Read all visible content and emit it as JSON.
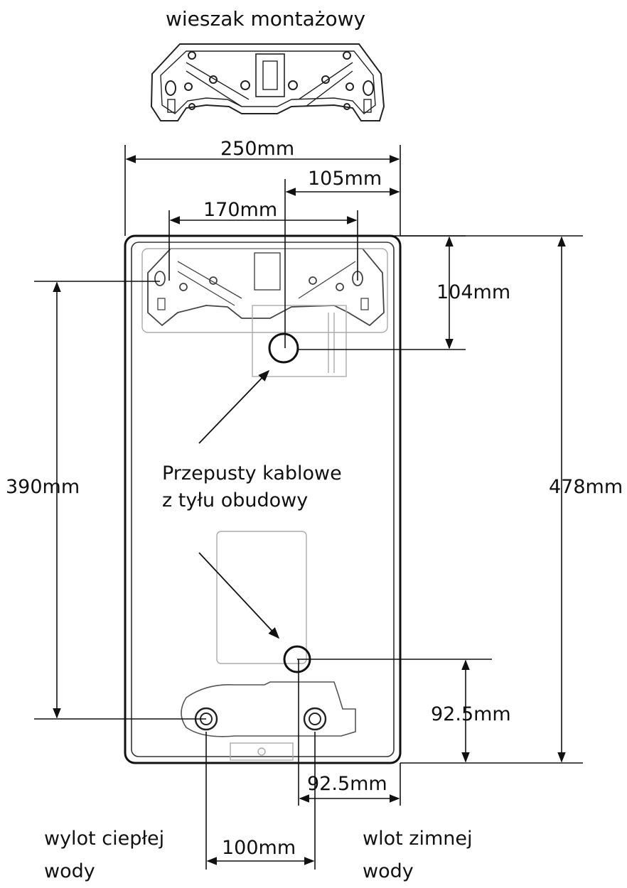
{
  "labels": {
    "hanger_title": "wieszak montażowy",
    "cable_glands": [
      "Przepusty kablowe",
      "z tyłu obudowy"
    ],
    "hot_outlet": [
      "wylot ciepłej",
      "wody"
    ],
    "cold_inlet": [
      "wlot zimnej",
      "wody"
    ]
  },
  "dimensions": {
    "width": "250mm",
    "top_offset": "105mm",
    "hanger_holes": "170mm",
    "top_hole": "104mm",
    "mount_height": "390mm",
    "total_height": "478mm",
    "bottom_hole": "92.5mm",
    "bottom_offset": "92.5mm",
    "pipe_spacing": "100mm"
  },
  "colors": {
    "stroke": "#111111",
    "light_stroke": "#aaaaaa",
    "text": "#111111"
  }
}
